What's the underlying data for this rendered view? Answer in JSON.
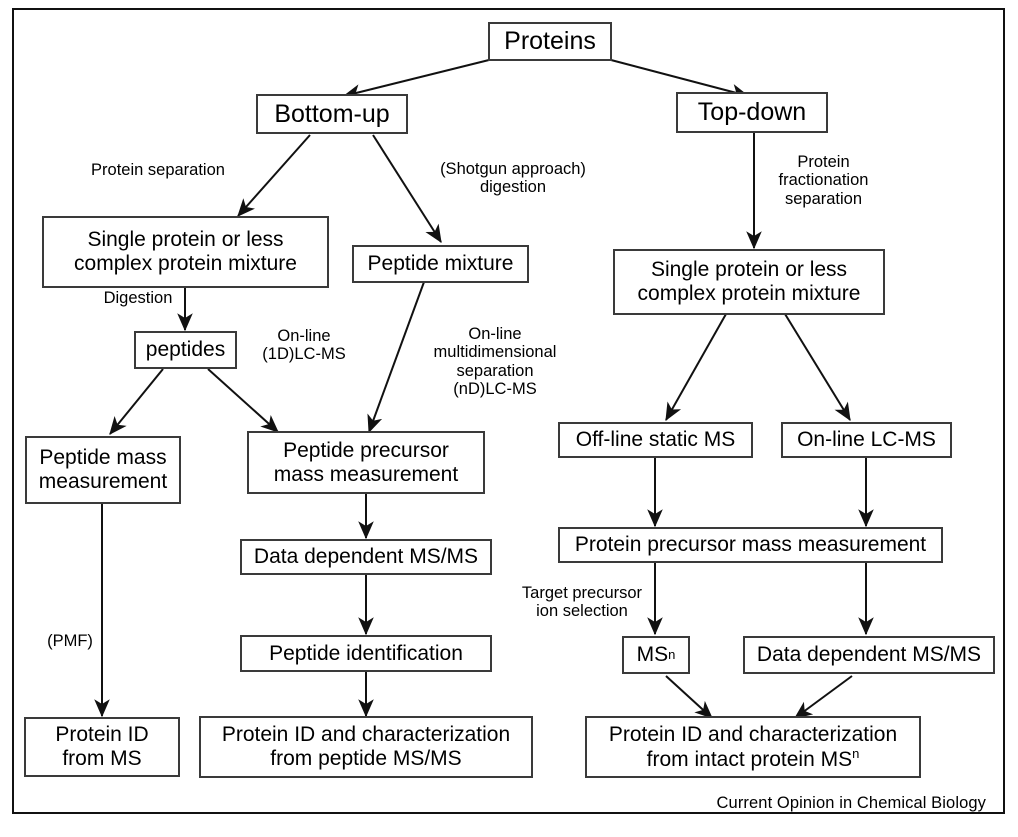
{
  "figure": {
    "credit": "Current Opinion in Chemical Biology",
    "border_color": "#111111",
    "box_border_color": "#3a3a3a",
    "background": "#ffffff"
  },
  "nodes": {
    "proteins": "Proteins",
    "bottom_up": "Bottom-up",
    "top_down": "Top-down",
    "single_protein_left": "Single protein or less\ncomplex protein mixture",
    "peptide_mixture": "Peptide mixture",
    "single_protein_right": "Single protein or less\ncomplex protein mixture",
    "peptides": "peptides",
    "peptide_mass_measurement": "Peptide mass\nmeasurement",
    "peptide_precursor_mass": "Peptide precursor\nmass measurement",
    "offline_static_ms": "Off-line static MS",
    "online_lc_ms": "On-line LC-MS",
    "data_dependent_msms_left": "Data dependent MS/MS",
    "protein_precursor_mass": "Protein precursor mass measurement",
    "peptide_identification": "Peptide identification",
    "ms_n": "MS",
    "ms_n_sup": "n",
    "data_dependent_msms_right": "Data dependent MS/MS",
    "protein_id_from_ms": "Protein ID\nfrom MS",
    "protein_id_peptide": "Protein ID and characterization\nfrom peptide MS/MS",
    "protein_id_intact_a": "Protein ID and characterization",
    "protein_id_intact_b": "from  intact protein MS",
    "protein_id_intact_sup": "n"
  },
  "edge_labels": {
    "protein_separation": "Protein separation",
    "shotgun_approach": "(Shotgun approach)\ndigestion",
    "protein_fractionation": "Protein\nfractionation\nseparation",
    "digestion": "Digestion",
    "online_1d": "On-line\n(1D)LC-MS",
    "online_nd": "On-line\nmultidimensional\nseparation\n(nD)LC-MS",
    "target_precursor": "Target precursor\nion selection",
    "pmf": "(PMF)"
  }
}
